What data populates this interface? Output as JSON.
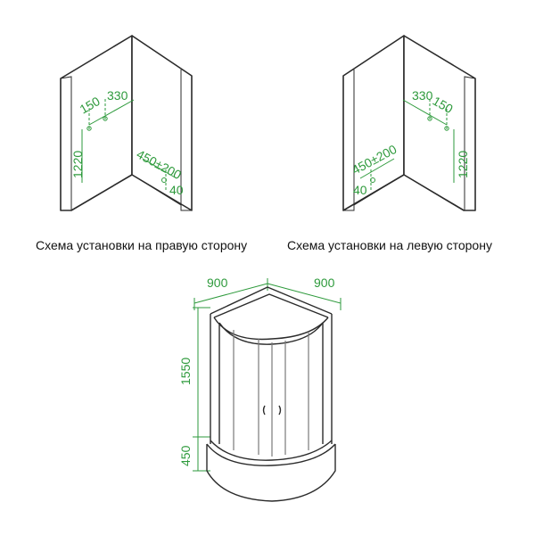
{
  "right_scheme": {
    "caption": "Схема установки на правую сторону",
    "dim_top_a": "150",
    "dim_top_b": "330",
    "dim_height": "1220",
    "dim_outlet": "450±200",
    "dim_outlet_small": "40"
  },
  "left_scheme": {
    "caption": "Схема установки на левую сторону",
    "dim_top_a": "330",
    "dim_top_b": "150",
    "dim_height": "1220",
    "dim_outlet": "450±200",
    "dim_outlet_small": "40"
  },
  "cabin": {
    "width_left": "900",
    "width_right": "900",
    "height_cabin": "1550",
    "height_tray": "450"
  },
  "colors": {
    "dimension": "#2e9a3c",
    "outline": "#2b2b2b"
  }
}
